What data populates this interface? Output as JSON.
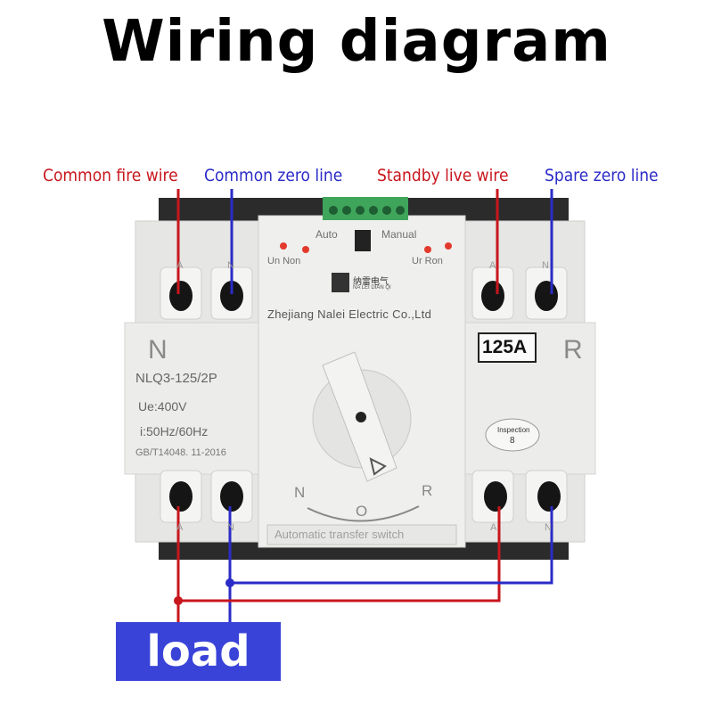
{
  "title": "Wiring diagram",
  "labels": {
    "common_fire": "Common fire wire",
    "common_zero": "Common zero line",
    "standby_live": "Standby live wire",
    "spare_zero": "Spare zero line"
  },
  "device": {
    "auto": "Auto",
    "manual": "Manual",
    "un_nom": "Un Non",
    "ur_rom": "Ur Ron",
    "brand_cn": "纳雷电气",
    "brand_pinyin": "NA LEI DIAN QI",
    "maker": "Zhejiang Nalei Electric Co.,Ltd",
    "side_n": "N",
    "side_r": "R",
    "rating": "125A",
    "model": "NLQ3-125/2P",
    "ue": "Ue:400V",
    "freq": "i:50Hz/60Hz",
    "std": "GB/T14048. 11-2016",
    "inspection": "Inspection",
    "inspection_no": "8",
    "dial_n": "N",
    "dial_o": "O",
    "dial_r": "R",
    "bottom_label": "Automatic transfer switch",
    "term_a": "A",
    "term_n": "N"
  },
  "load": "load",
  "colors": {
    "red": "#c8161d",
    "blue": "#2b2bc8",
    "load_bg": "#3a43d8"
  }
}
